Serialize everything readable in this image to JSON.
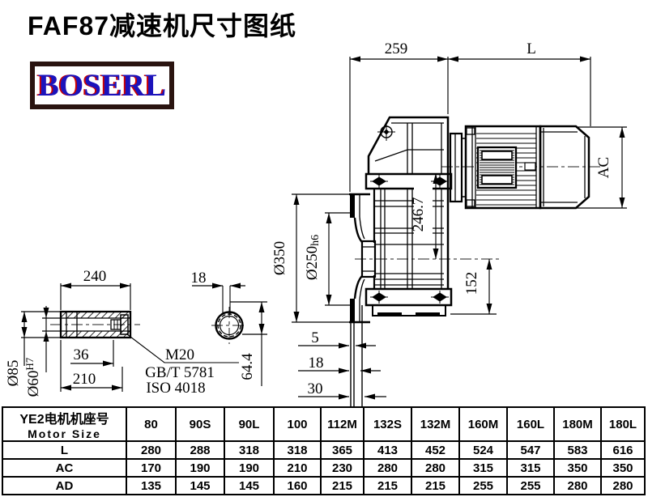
{
  "title": "FAF87减速机尺寸图纸",
  "logo": {
    "text": "BOSERL",
    "text_color": "#1c13bb",
    "border_color": "#2a1410"
  },
  "drawing": {
    "main_dims": {
      "width_259": "259",
      "motor_len": "L",
      "motor_dia": "AC",
      "center_height": "246.7",
      "center_to_base": "152",
      "flange_od": "Ø350",
      "pilot_d": "Ø250",
      "pilot_tol": "h6",
      "off_5": "5",
      "off_18": "18",
      "off_30": "30"
    },
    "shaft_dims": {
      "length": "240",
      "od": "Ø85",
      "bore": "Ø60",
      "bore_tol": "H7",
      "thread_len": "36",
      "hub_len": "210",
      "key_w": "18",
      "key_h": "64.4",
      "note_thread": "M20",
      "note_std1": "GB/T 5781",
      "note_std2": "ISO 4018"
    }
  },
  "table": {
    "header_line1": "YE2电机机座号",
    "header_line2": "Motor Size",
    "columns": [
      "80",
      "90S",
      "90L",
      "100",
      "112M",
      "132S",
      "132M",
      "160M",
      "160L",
      "180M",
      "180L"
    ],
    "rows": [
      {
        "label": "L",
        "values": [
          "280",
          "288",
          "318",
          "318",
          "365",
          "413",
          "452",
          "524",
          "547",
          "583",
          "616"
        ]
      },
      {
        "label": "AC",
        "values": [
          "170",
          "190",
          "190",
          "210",
          "230",
          "280",
          "280",
          "315",
          "315",
          "350",
          "350"
        ]
      },
      {
        "label": "AD",
        "values": [
          "135",
          "145",
          "145",
          "160",
          "215",
          "215",
          "215",
          "255",
          "255",
          "280",
          "280"
        ]
      }
    ]
  }
}
